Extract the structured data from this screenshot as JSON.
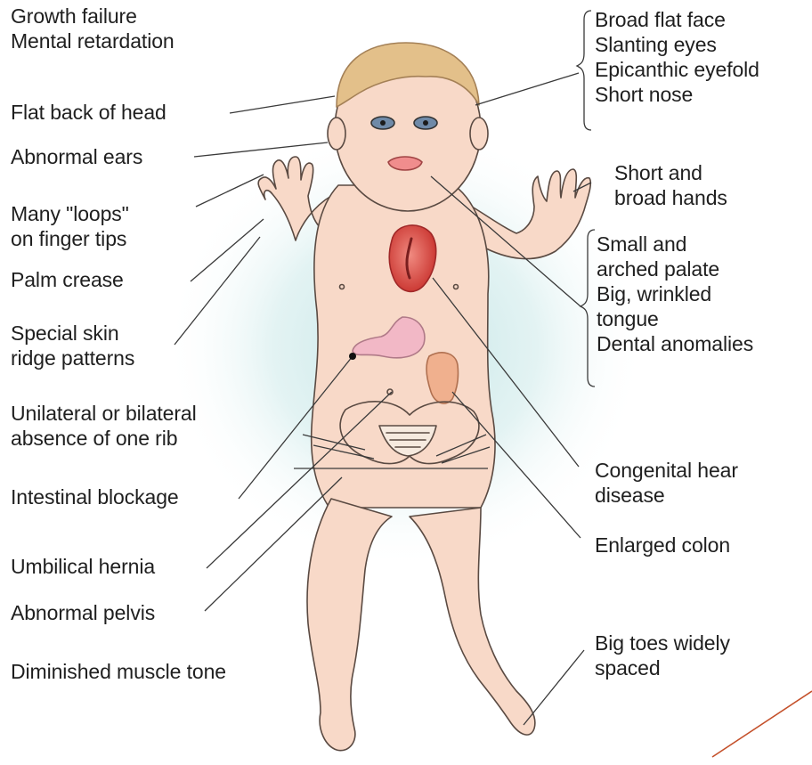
{
  "labels_left": [
    {
      "id": "growth-failure",
      "lines": [
        "Growth failure",
        "Mental retardation"
      ]
    },
    {
      "id": "flat-back-of-head",
      "lines": [
        "Flat back of head"
      ]
    },
    {
      "id": "abnormal-ears",
      "lines": [
        "Abnormal ears"
      ]
    },
    {
      "id": "many-loops",
      "lines": [
        "Many \"loops\"",
        "on finger tips"
      ]
    },
    {
      "id": "palm-crease",
      "lines": [
        "Palm crease"
      ]
    },
    {
      "id": "special-skin",
      "lines": [
        "Special skin",
        "ridge patterns"
      ]
    },
    {
      "id": "rib-absence",
      "lines": [
        "Unilateral or bilateral",
        "absence of one rib"
      ]
    },
    {
      "id": "intestinal-blockage",
      "lines": [
        "Intestinal blockage"
      ]
    },
    {
      "id": "umbilical-hernia",
      "lines": [
        "Umbilical hernia"
      ]
    },
    {
      "id": "abnormal-pelvis",
      "lines": [
        "Abnormal pelvis"
      ]
    },
    {
      "id": "muscle-tone",
      "lines": [
        "Diminished muscle tone"
      ]
    }
  ],
  "labels_right": [
    {
      "id": "face-group",
      "lines": [
        "Broad flat face",
        "Slanting eyes",
        "Epicanthic eyefold",
        "Short nose"
      ]
    },
    {
      "id": "hands",
      "lines": [
        "Short and",
        "broad hands"
      ]
    },
    {
      "id": "mouth-group",
      "lines": [
        "Small and",
        "arched palate",
        "Big, wrinkled",
        "tongue",
        "Dental anomalies"
      ]
    },
    {
      "id": "heart",
      "lines": [
        "Congenital hear",
        "disease"
      ]
    },
    {
      "id": "colon",
      "lines": [
        "Enlarged colon"
      ]
    },
    {
      "id": "toes",
      "lines": [
        "Big toes widely",
        "spaced"
      ]
    }
  ],
  "colors": {
    "skin": "#f8d9c8",
    "skin_outline": "#5a4a42",
    "hair": "#e3c08a",
    "heart": "#d9534f",
    "stomach": "#f2b8c6",
    "colon": "#f0b08e",
    "glow": "#bfe3e4",
    "leader": "#3a3a3a",
    "accent_line": "#c4502a"
  }
}
